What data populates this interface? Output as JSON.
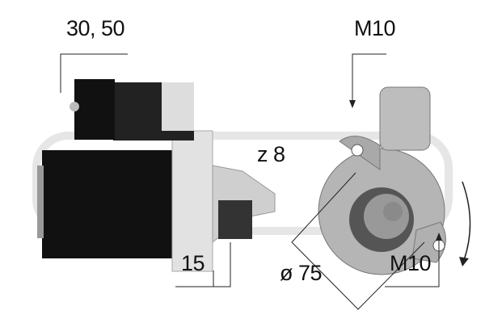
{
  "labels": {
    "terminal_thread": "30, 50",
    "teeth": "z 8",
    "pinion_offset": "15",
    "flange_diameter": "ø 75",
    "mount_top": "M10",
    "mount_bottom": "M10"
  },
  "rotation_direction": "clockwise",
  "colors": {
    "body": "#111111",
    "metal": "#cfcfcf",
    "line": "#222222"
  }
}
